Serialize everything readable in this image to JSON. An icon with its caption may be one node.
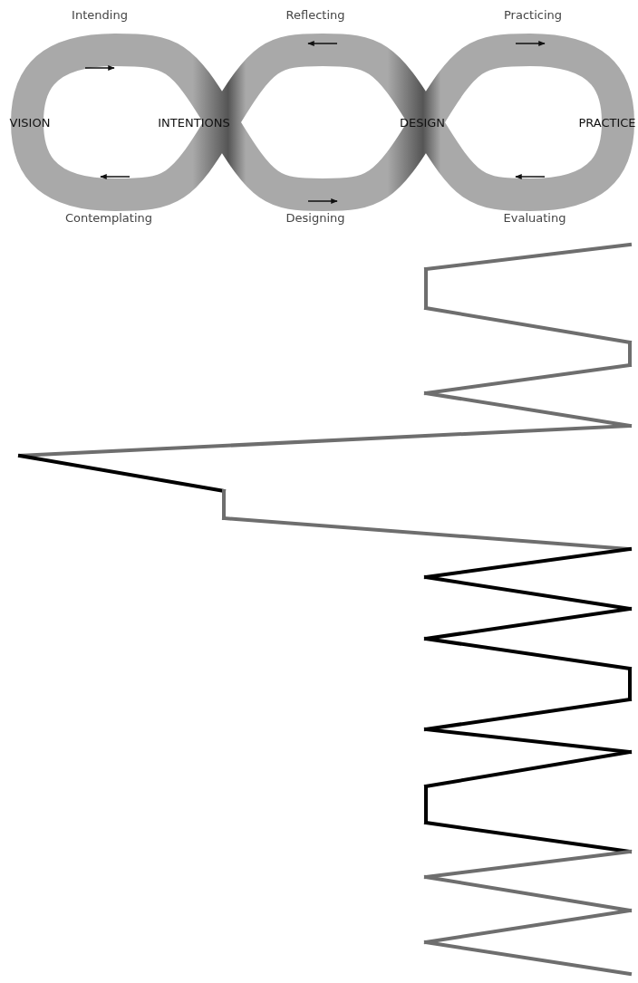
{
  "diagram": {
    "labels": [
      "Intending",
      "Reflecting",
      "Practicing",
      "VISION",
      "INTENTIONS",
      "DESIGN",
      "PRACTICE",
      "Contemplating",
      "Designing",
      "Evaluating"
    ]
  }
}
